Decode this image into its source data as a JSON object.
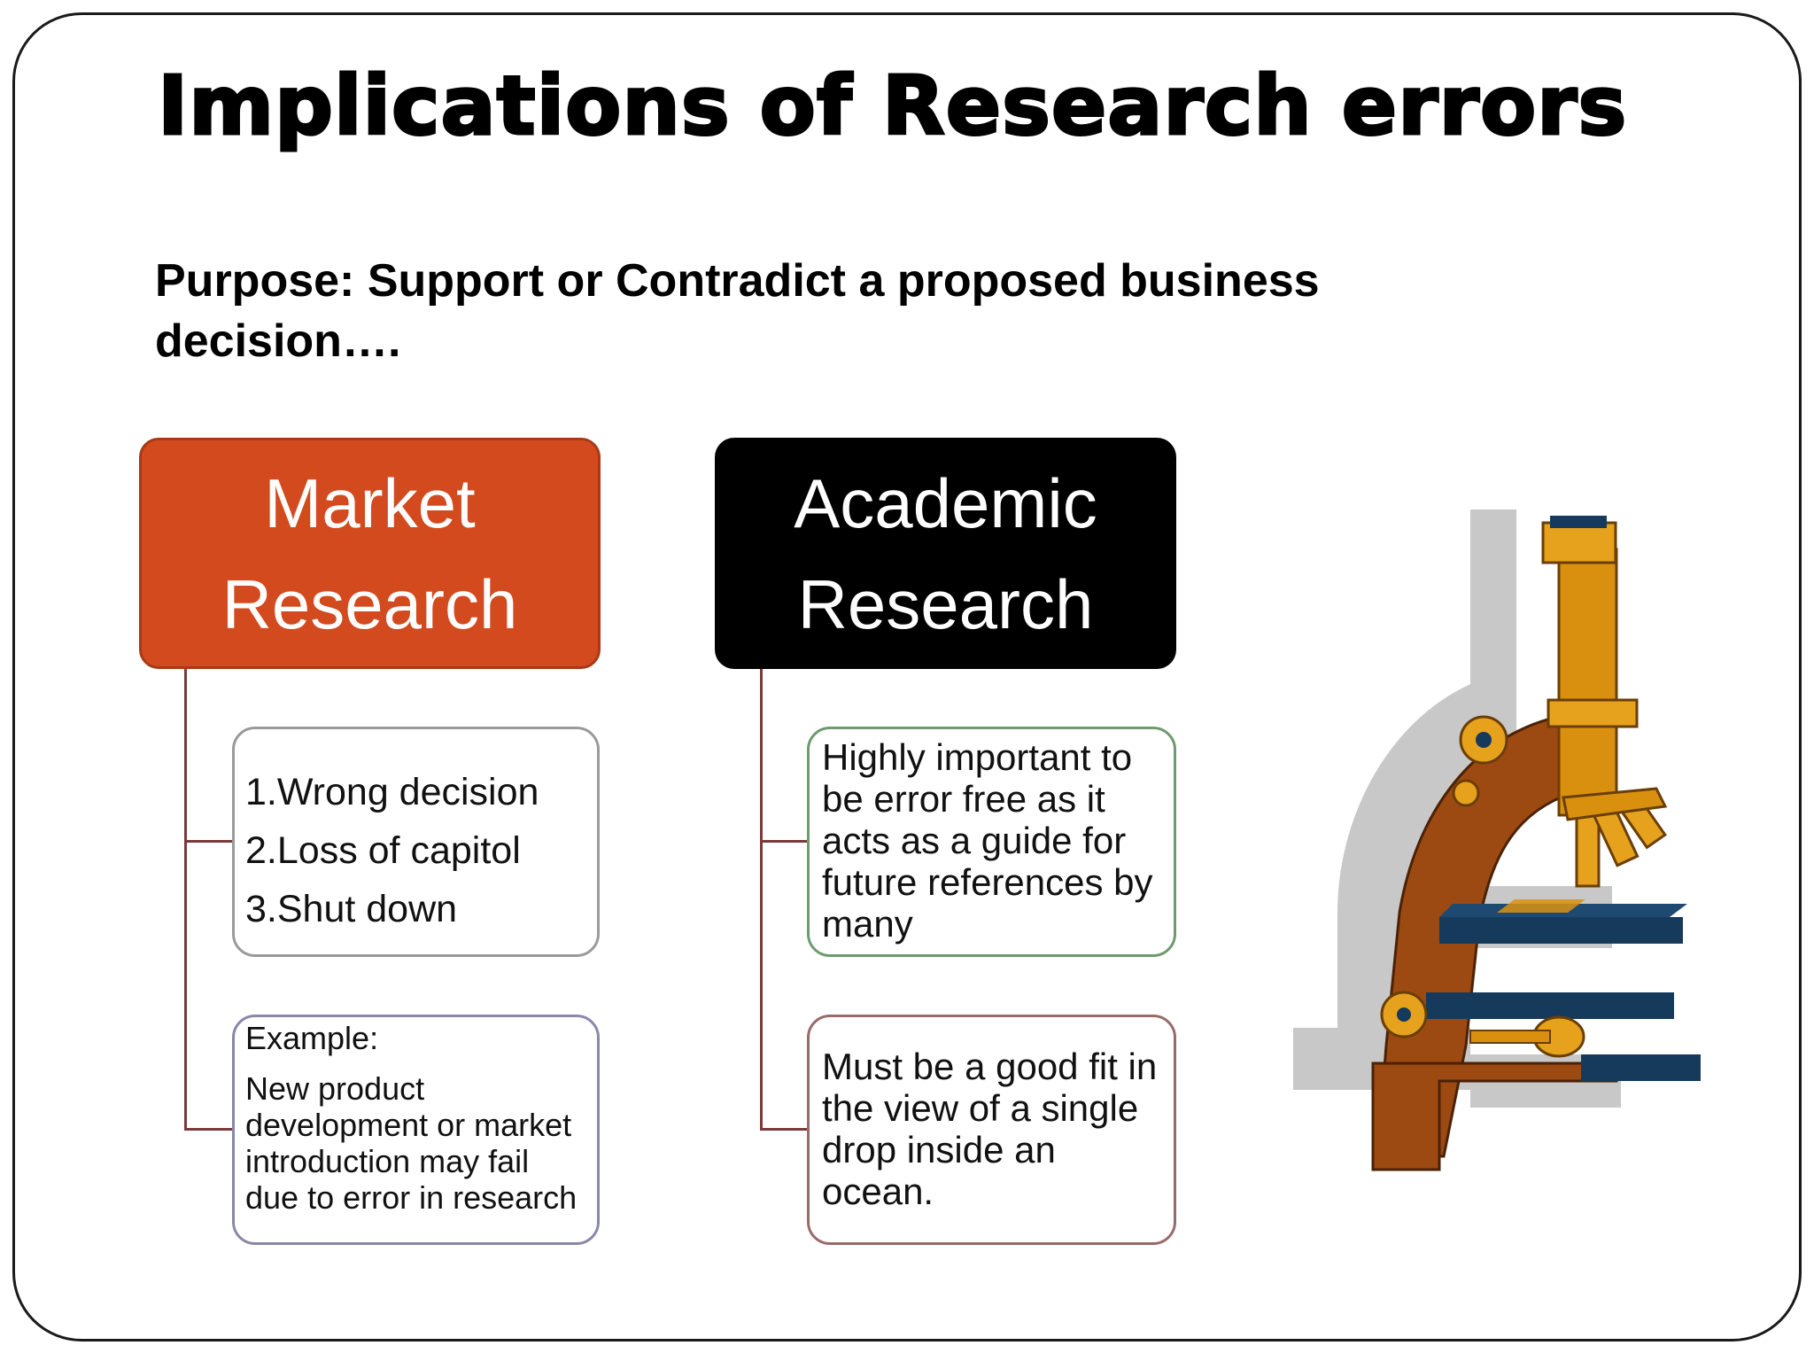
{
  "slide": {
    "title": "Implications of Research errors",
    "purpose": "Purpose: Support or Contradict a proposed business decision…."
  },
  "market": {
    "header_line1": "Market",
    "header_line2": "Research",
    "items": [
      "1.Wrong decision",
      "2.Loss of capitol",
      "3.Shut down"
    ],
    "example_label": "Example:",
    "example_text": "New product development or market introduction may fail due to error in research"
  },
  "academic": {
    "header_line1": "Academic",
    "header_line2": "Research",
    "point1": "Highly important to be error free as it acts as a guide for future references by many",
    "point2": "Must be a good fit in the view of a single drop inside an ocean."
  },
  "colors": {
    "market_header": "#d24a1e",
    "academic_header": "#000000",
    "connector": "#7a3a3a",
    "microscope_brass": "#d9900f",
    "microscope_brown": "#9c4a12",
    "microscope_navy": "#163a5c",
    "microscope_shadow": "#c8c8c8"
  },
  "icons": {
    "illustration": "microscope-icon"
  }
}
